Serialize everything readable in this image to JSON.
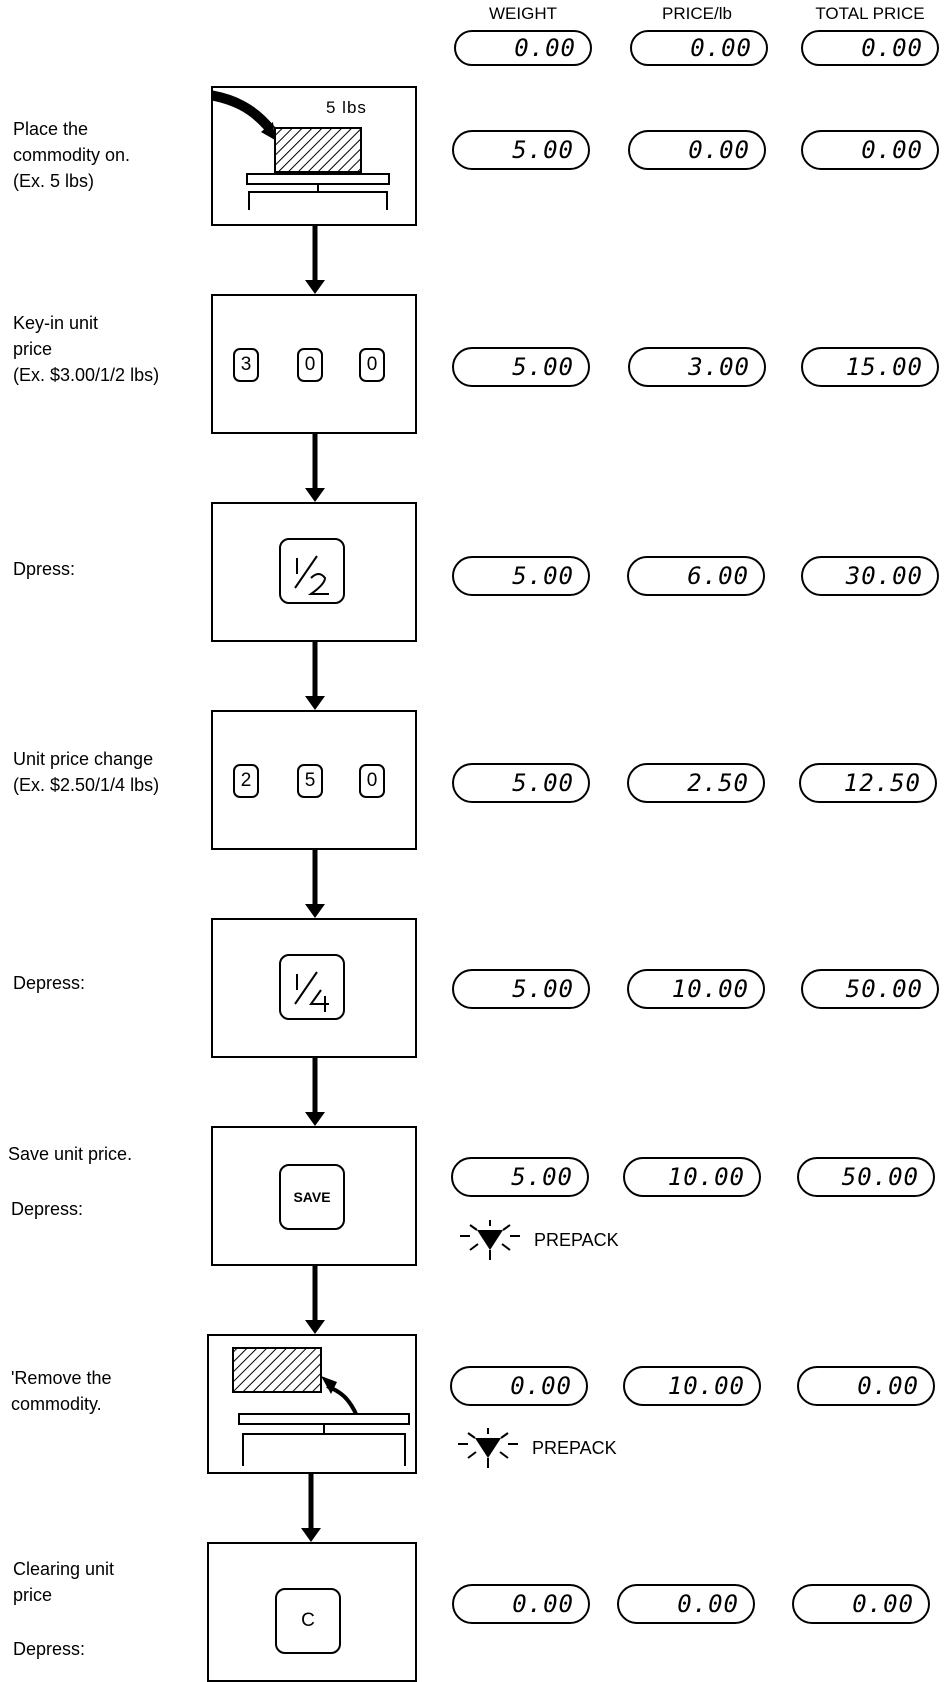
{
  "headers": {
    "weight": "WEIGHT",
    "price": "PRICE/lb",
    "total": "TOTAL PRICE"
  },
  "initial_display": {
    "weight": "0.00",
    "price": "0.00",
    "total": "0.00"
  },
  "steps": [
    {
      "label": [
        "Place the",
        "commodity on.",
        "(Ex. 5 lbs)"
      ],
      "scale_label": "5 lbs",
      "display": {
        "weight": "5.00",
        "price": "0.00",
        "total": "0.00"
      }
    },
    {
      "label": [
        "Key-in unit",
        "price",
        "(Ex. $3.00/1/2 lbs)"
      ],
      "keys": [
        "3",
        "0",
        "0"
      ],
      "display": {
        "weight": "5.00",
        "price": "3.00",
        "total": "15.00"
      }
    },
    {
      "label": [
        "Dpress:"
      ],
      "key": "1/2",
      "display": {
        "weight": "5.00",
        "price": "6.00",
        "total": "30.00"
      }
    },
    {
      "label": [
        "Unit price change",
        "(Ex. $2.50/1/4 lbs)"
      ],
      "keys": [
        "2",
        "5",
        "0"
      ],
      "display": {
        "weight": "5.00",
        "price": "2.50",
        "total": "12.50"
      }
    },
    {
      "label": [
        "Depress:"
      ],
      "key": "1/4",
      "display": {
        "weight": "5.00",
        "price": "10.00",
        "total": "50.00"
      }
    },
    {
      "label_a": "Save unit price.",
      "label_b": "Depress:",
      "key": "SAVE",
      "display": {
        "weight": "5.00",
        "price": "10.00",
        "total": "50.00"
      },
      "indicator": "PREPACK"
    },
    {
      "label": [
        "'Remove the",
        "commodity."
      ],
      "display": {
        "weight": "0.00",
        "price": "10.00",
        "total": "0.00"
      },
      "indicator": "PREPACK"
    },
    {
      "label_a": [
        "Clearing unit",
        "price"
      ],
      "label_b": "Depress:",
      "key": "C",
      "display": {
        "weight": "0.00",
        "price": "0.00",
        "total": "0.00"
      }
    }
  ]
}
